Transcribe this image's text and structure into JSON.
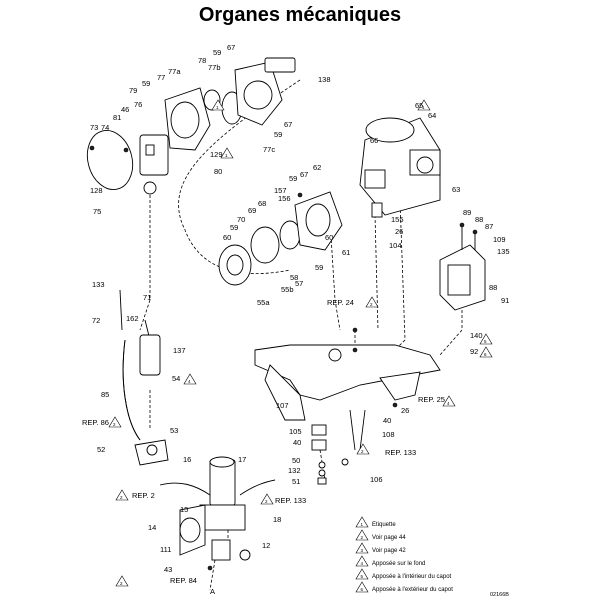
{
  "title": "Organes mécaniques",
  "figure_code": "02166B",
  "callouts": {
    "c128": "128",
    "c75": "75",
    "c73": "73",
    "c74": "74",
    "c81": "81",
    "c46": "46",
    "c76": "76",
    "c79": "79",
    "c59a": "59",
    "c77": "77",
    "c77a": "77a",
    "c78": "78",
    "c77b": "77b",
    "c59b": "59",
    "c67a": "67",
    "c138": "138",
    "c80": "80",
    "c129": "129",
    "c77c": "77c",
    "c67b": "67",
    "c59c": "59",
    "c65": "65",
    "c64": "64",
    "c66": "66",
    "c63": "63",
    "c155": "155",
    "c26a": "26",
    "c104": "104",
    "c62": "62",
    "c59d": "59",
    "c67c": "67",
    "c157": "157",
    "c156": "156",
    "c68": "68",
    "c69": "69",
    "c70": "70",
    "c59e": "59",
    "c60a": "60",
    "c60b": "60",
    "c61": "61",
    "c59f": "59",
    "c58": "58",
    "c57": "57",
    "c55b": "55b",
    "c55a": "55a",
    "c89": "89",
    "c88a": "88",
    "c87": "87",
    "c109": "109",
    "c135": "135",
    "c88b": "88",
    "c91": "91",
    "c140": "140",
    "c92": "92",
    "c133a": "133",
    "c71": "71",
    "c72": "72",
    "c162": "162",
    "c137": "137",
    "c54": "54",
    "c85": "85",
    "c86": "REP. 86",
    "c53": "53",
    "c52": "52",
    "c24": "REP. 24",
    "c107": "107",
    "c25": "REP. 25",
    "c26b": "26",
    "c40a": "40",
    "c105": "105",
    "c40b": "40",
    "c108": "108",
    "c133b": "REP. 133",
    "c50": "50",
    "c132": "132",
    "c51": "51",
    "c106": "106",
    "c16": "16",
    "c17": "17",
    "c15": "15",
    "c2": "REP. 2",
    "c133c": "REP. 133",
    "c18": "18",
    "c14": "14",
    "c111": "111",
    "c12": "12",
    "c43": "43",
    "c84": "REP. 84",
    "cA": "A"
  },
  "legend": [
    {
      "num": "1",
      "text": "Etiquette"
    },
    {
      "num": "2",
      "text": "Voir page 44"
    },
    {
      "num": "3",
      "text": "Voir page 42"
    },
    {
      "num": "4",
      "text": "Apposée sur le fond"
    },
    {
      "num": "5",
      "text": "Apposée à l'intérieur du capot"
    },
    {
      "num": "6",
      "text": "Apposée à l'extérieur du capot"
    }
  ]
}
